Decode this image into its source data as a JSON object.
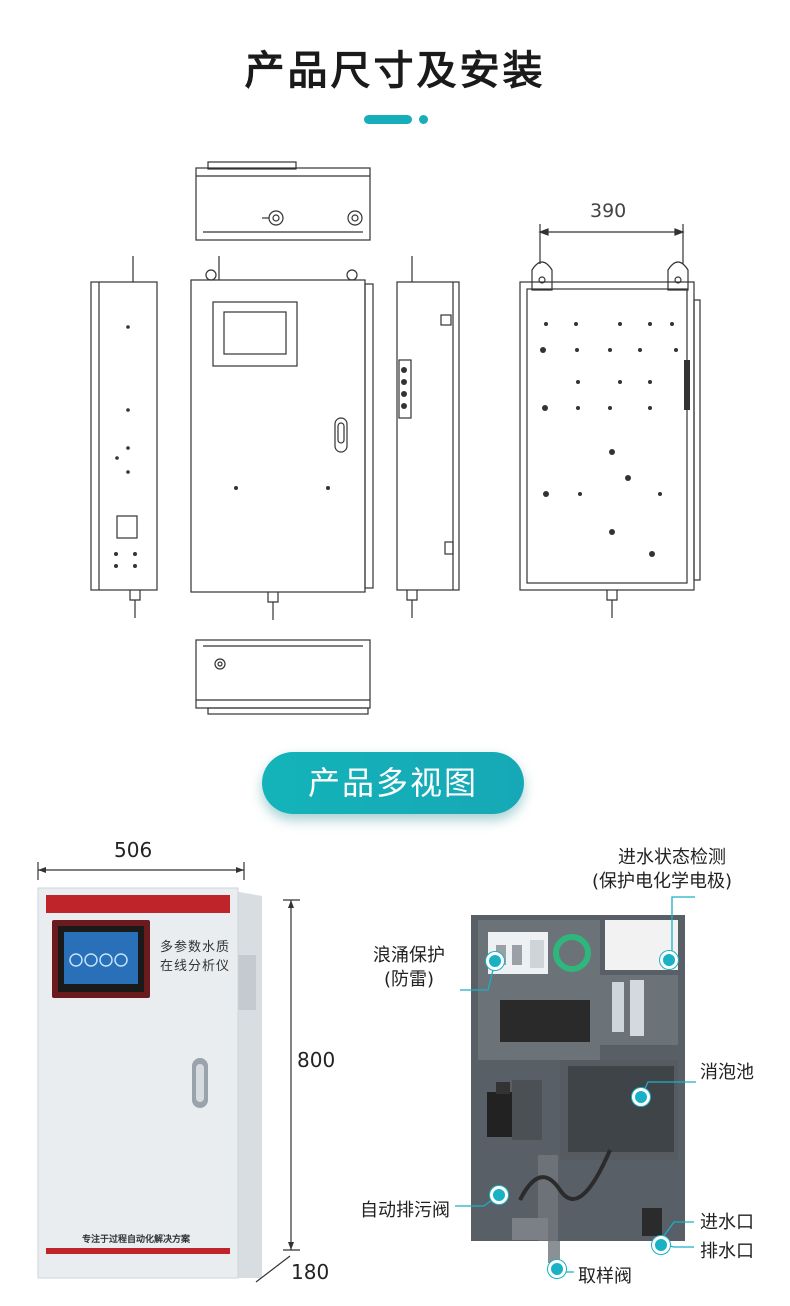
{
  "header": {
    "title": "产品尺寸及安装",
    "accent_color": "#15aeb9"
  },
  "dimension_drawing": {
    "width_label": "390"
  },
  "section_pill": {
    "label": "产品多视图"
  },
  "cabinet_view": {
    "width_label": "506",
    "height_label": "800",
    "depth_label": "180",
    "panel_text_line1": "多参数水质",
    "panel_text_line2": "在线分析仪",
    "footer_slogan": "专注于过程自动化解决方案"
  },
  "components": {
    "water_status_line1": "进水状态检测",
    "water_status_line2": "(保护电化学电极)",
    "surge_line1": "浪涌保护",
    "surge_line2": "(防雷)",
    "defoam": "消泡池",
    "auto_drain": "自动排污阀",
    "inlet": "进水口",
    "outlet": "排水口",
    "sampling": "取样阀"
  }
}
